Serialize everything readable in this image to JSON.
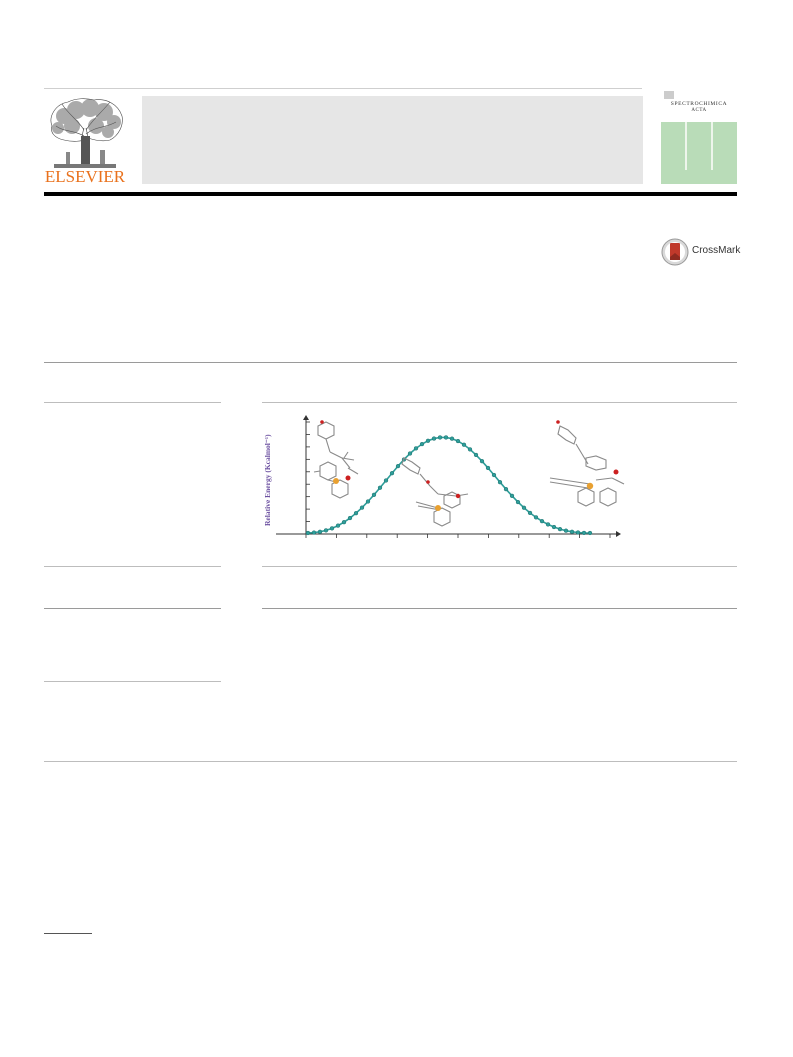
{
  "header": {
    "publisher_wordmark": "ELSEVIER",
    "journal_cover_title": "SPECTROCHIMICA",
    "journal_cover_subtitle": "ACTA",
    "crossmark_label": "CrossMark"
  },
  "colors": {
    "publisher_orange": "#e9711c",
    "banner_gray": "#e6e6e6",
    "cover_green": "#b9dcb8",
    "curve_teal": "#2e9e9a",
    "axis_label_purple": "#6b4fa0",
    "phosphorus_orange": "#e8a030",
    "oxygen_red": "#cc2020"
  },
  "graphical_abstract": {
    "chart_data": {
      "type": "line",
      "title": "",
      "xlabel": "",
      "ylabel": "Relative Energy (Kcalmol⁻¹)",
      "grid": false,
      "legend": "none",
      "description_shape": "single bell-shaped energy profile",
      "series": [
        {
          "values": [
            0.0,
            0.4,
            1.2,
            2.6,
            4.6,
            7.3,
            10.7,
            14.8,
            19.6,
            25.1,
            31.2,
            37.8,
            44.8,
            52.0,
            59.2,
            66.2,
            72.8,
            78.7,
            83.8,
            88.0,
            91.3,
            93.5,
            94.6,
            94.6,
            93.4,
            91.0,
            87.4,
            82.8,
            77.3,
            71.1,
            64.4,
            57.4,
            50.3,
            43.4,
            36.8,
            30.6,
            25.0,
            19.9,
            15.5,
            11.7,
            8.5,
            5.9,
            3.8,
            2.3,
            1.2,
            0.5,
            0.1,
            0.0
          ]
        }
      ],
      "ylim": [
        0,
        100
      ],
      "y_ticks": 9,
      "x_ticks": 11
    }
  }
}
